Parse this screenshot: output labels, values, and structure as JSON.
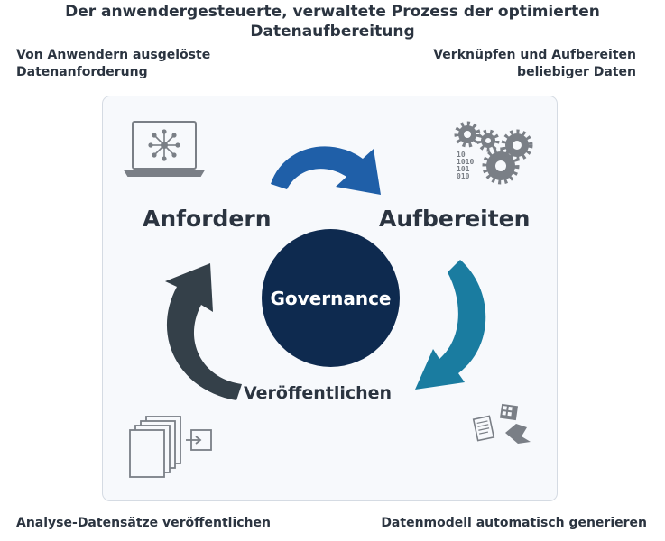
{
  "title": "Der anwendergesteuerte, verwaltete Prozess der optimierten Datenaufbereitung",
  "captions": {
    "top_left": [
      "Von Anwendern ausgelöste",
      "Datenanforderung"
    ],
    "top_right": [
      "Verknüpfen und Aufbereiten",
      "beliebiger Daten"
    ],
    "bottom_left": "Analyse-Datensätze veröffentlichen",
    "bottom_right": "Datenmodell automatisch generieren"
  },
  "phases": {
    "request": "Anfordern",
    "prepare": "Aufbereiten",
    "publish": "Veröffentlichen"
  },
  "center": "Governance",
  "binary_text": [
    "10",
    "1010",
    "101",
    "010"
  ],
  "colors": {
    "request_arrow": "#344049",
    "prepare_arrow": "#1f5fa8",
    "publish_arrow": "#1a7ca0",
    "center_circle": "#0e2a4f",
    "icons": "#7a7f86"
  }
}
